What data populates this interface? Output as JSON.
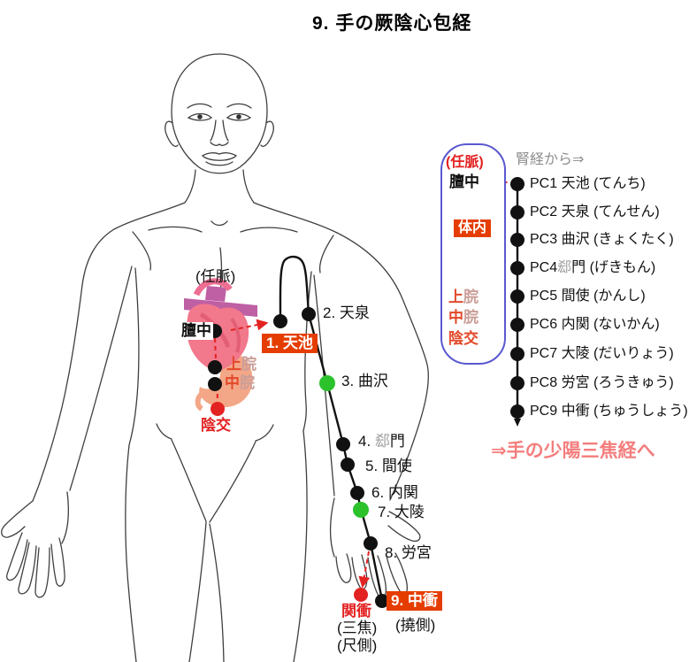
{
  "title": "9. 手の厥陰心包経",
  "colors": {
    "highlight_box_background": "#e53d00",
    "highlight_box_text": "#ffffff",
    "red_marker": "#e32222",
    "orange_red_text": "#e2492a",
    "gray_substitute_char_pink": "#cb9e98",
    "gray_substitute_char": "#a0a0a0",
    "salmon_flow_text": "#f47d7d",
    "panel_border": "#5a58cf",
    "green_point": "#2cc22c",
    "gray_header_text": "#8e8e8e"
  },
  "body": {
    "vessel_label": "(任脈)",
    "danchu": "膻中",
    "jouwan": {
      "pre": "上",
      "gray": "脘",
      "post": ""
    },
    "chuuwan": {
      "pre": "中",
      "gray": "脘",
      "post": ""
    },
    "inkou": "陰交",
    "points": {
      "p1": "1. 天池",
      "p2": "2. 天泉",
      "p3": "3. 曲沢",
      "p4": {
        "pre": "4. ",
        "gray": "郄",
        "post": "門"
      },
      "p5": "5. 間使",
      "p6": "6. 内関",
      "p7": "7. 大陵",
      "p8": "8. 労宮",
      "p9": "9. 中衝"
    },
    "kanshou": "関衝",
    "sanshou_note": "(三焦)",
    "shakusoku_note": "(尺側)",
    "tousoku_note": "(撓側)"
  },
  "panel": {
    "vessel_label": "(任脈)",
    "danchu": "膻中",
    "tainai": "体内",
    "jouwan": {
      "pre": "上",
      "gray": "脘",
      "post": ""
    },
    "chuuwan": {
      "pre": "中",
      "gray": "脘",
      "post": ""
    },
    "inkou": "陰交"
  },
  "list": {
    "header": "腎経から⇒",
    "items": [
      {
        "pre": "PC1 天池 (てんち)",
        "gray": "",
        "post": ""
      },
      {
        "pre": "PC2 天泉 (てんせん)",
        "gray": "",
        "post": ""
      },
      {
        "pre": "PC3 曲沢 (きょくたく)",
        "gray": "",
        "post": ""
      },
      {
        "pre": "PC4",
        "gray": "郄",
        "post": "門 (げきもん)"
      },
      {
        "pre": "PC5 間使 (かんし)",
        "gray": "",
        "post": ""
      },
      {
        "pre": "PC6 内関 (ないかん)",
        "gray": "",
        "post": ""
      },
      {
        "pre": "PC7 大陵 (だいりょう)",
        "gray": "",
        "post": ""
      },
      {
        "pre": "PC8 労宮 (ろうきゅう)",
        "gray": "",
        "post": ""
      },
      {
        "pre": "PC9 中衝 (ちゅうしょう)",
        "gray": "",
        "post": ""
      }
    ]
  },
  "footer": "⇒手の少陽三焦経へ"
}
